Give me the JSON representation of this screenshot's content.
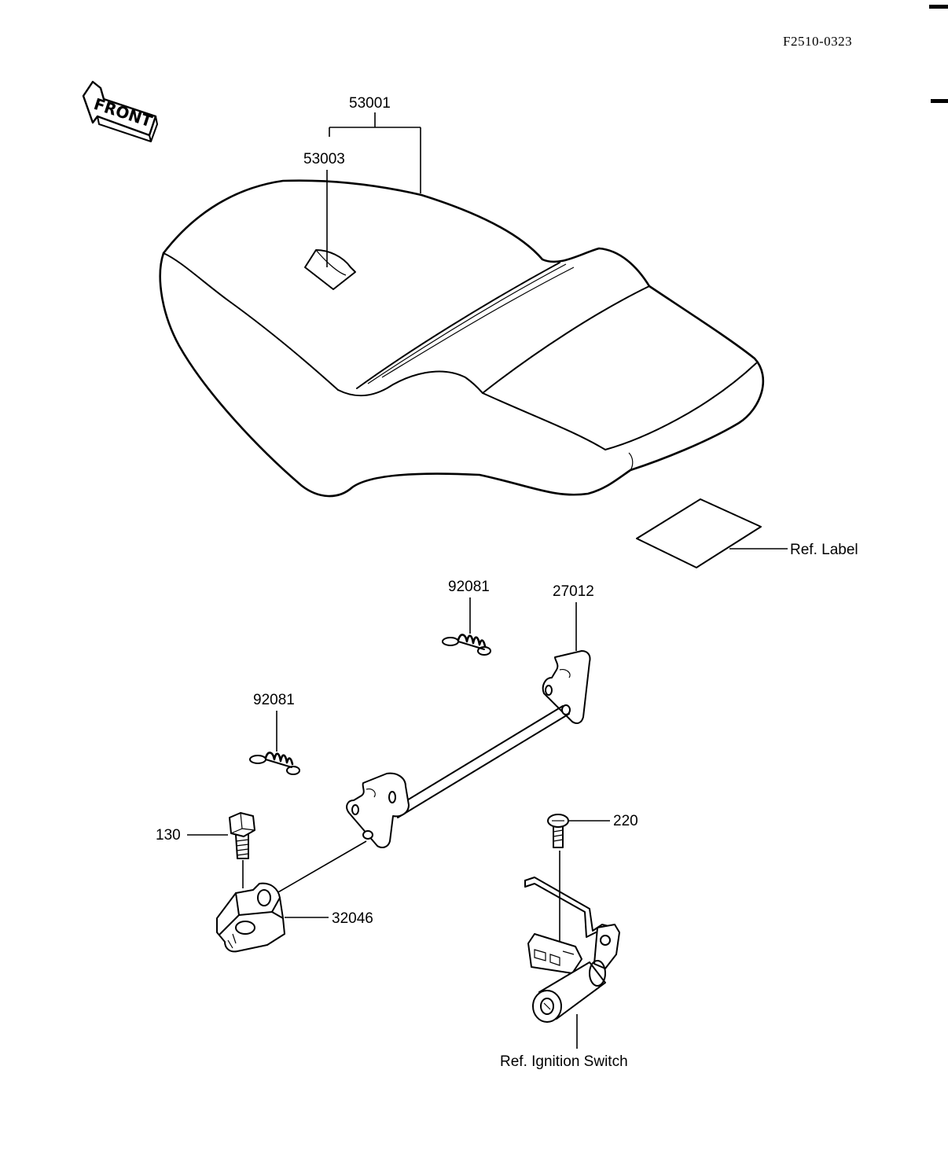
{
  "document_code": "F2510-0323",
  "front_arrow_label": "FRONT",
  "callouts": {
    "seat_assembly": "53001",
    "seat_sub_part": "53003",
    "ref_label": "Ref. Label",
    "spring_upper": "92081",
    "spring_lower": "92081",
    "hook_rod": "27012",
    "bolt": "130",
    "bracket": "32046",
    "screw": "220",
    "ref_ignition_switch": "Ref. Ignition Switch"
  }
}
